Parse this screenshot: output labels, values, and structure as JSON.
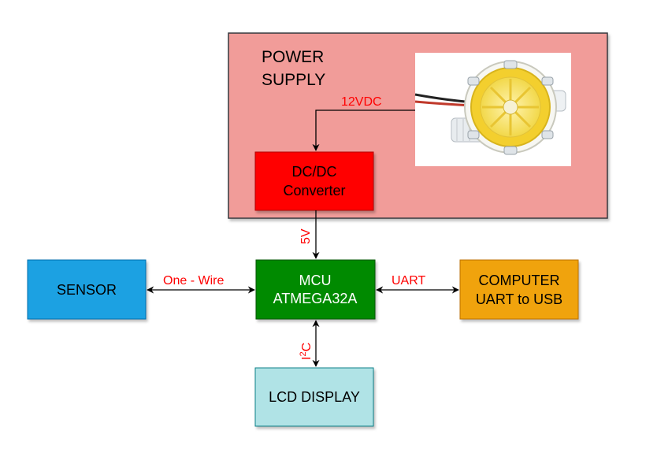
{
  "colors": {
    "power_supply_fill": "#f19c99",
    "power_supply_stroke": "#36393d",
    "converter_fill": "#ff0000",
    "mcu_fill": "#008a00",
    "sensor_fill": "#1ba1e2",
    "computer_fill": "#f0a30a",
    "lcd_fill": "#b0e3e6",
    "edge_label": "#ff0000",
    "arrow": "#000000"
  },
  "power_supply": {
    "title_line1": "POWER",
    "title_line2": "SUPPLY",
    "image_icon": "water-turbine-generator-photo"
  },
  "nodes": {
    "converter": {
      "line1": "DC/DC",
      "line2": "Converter"
    },
    "mcu": {
      "line1": "MCU",
      "line2": "ATMEGA32A"
    },
    "sensor": {
      "label": "SENSOR"
    },
    "computer": {
      "line1": "COMPUTER",
      "line2": "UART to USB"
    },
    "lcd": {
      "label": "LCD DISPLAY"
    }
  },
  "edges": {
    "generator_to_converter": "12VDC",
    "converter_to_mcu": "5V",
    "sensor_mcu": "One - Wire",
    "mcu_computer": "UART",
    "mcu_lcd_base": "I",
    "mcu_lcd_sup": "2",
    "mcu_lcd_tail": "C"
  }
}
